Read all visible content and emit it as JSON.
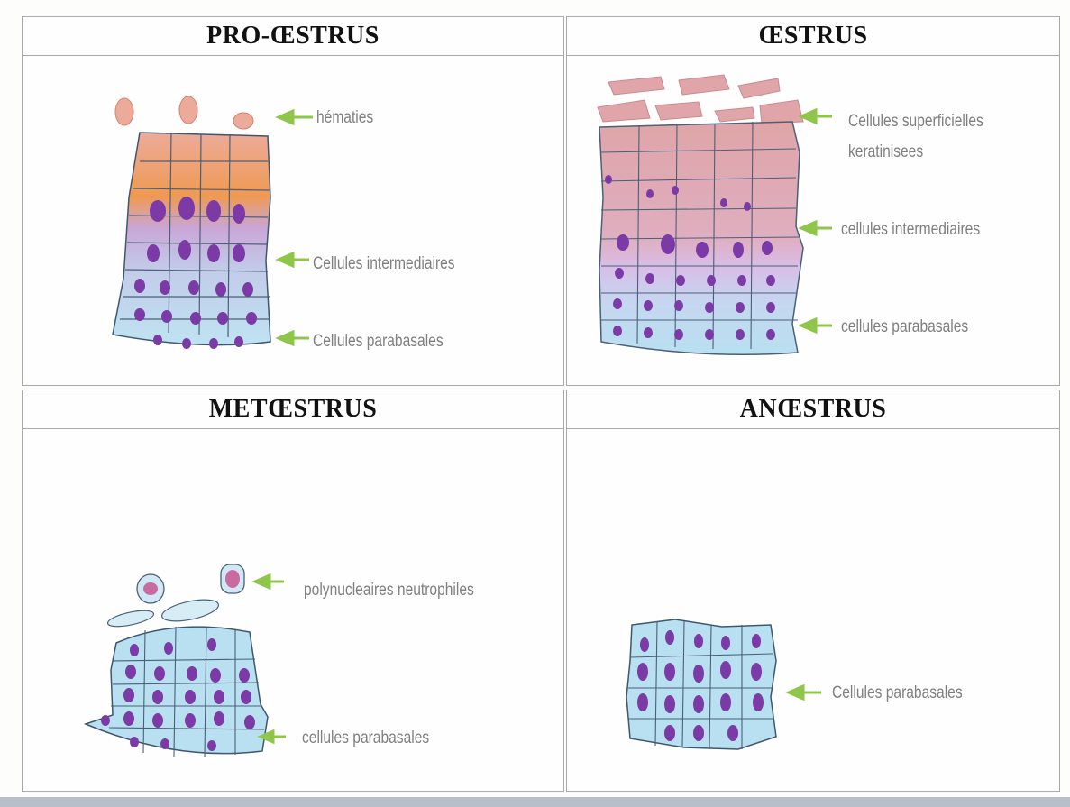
{
  "panels": [
    {
      "title": "PRO-ŒSTRUS",
      "labels": [
        "hématies",
        "Cellules intermediaires",
        "Cellules parabasales"
      ]
    },
    {
      "title": "ŒSTRUS",
      "labels": [
        "Cellules superficielles",
        "keratinisees",
        "cellules intermediaires",
        "cellules parabasales"
      ]
    },
    {
      "title": "METŒSTRUS",
      "labels": [
        "polynucleaires neutrophiles",
        "cellules parabasales"
      ]
    },
    {
      "title": "ANŒSTRUS",
      "labels": [
        "Cellules parabasales"
      ]
    }
  ],
  "colors": {
    "arrow": "#8fc64a",
    "orange_cell": "#ef9a52",
    "salmon_cell": "#ecab9a",
    "pink_cell": "#dfa5a8",
    "lavender_cell": "#cdb9e4",
    "blue_cell": "#b8e0f0",
    "nucleus": "#7b3aa6",
    "outline": "#3f566f"
  }
}
